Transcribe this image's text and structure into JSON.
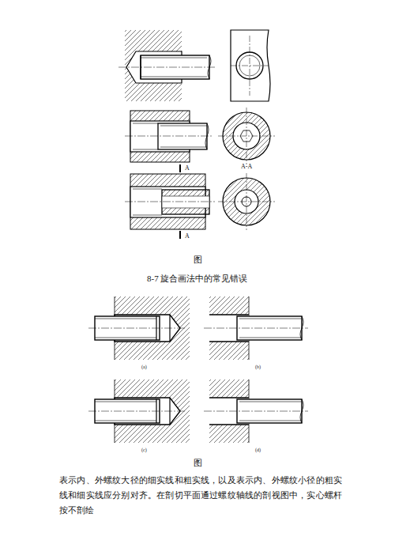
{
  "diagram": {
    "caption": "8-7 旋合画法中的常见错误",
    "labels": [
      "A",
      "A",
      "A-A",
      "图",
      "(a)",
      "(b)",
      "(c)",
      "(d)",
      "图",
      "表示内、外螺纹大径的细实线和粗实线，以及表示内、外螺纹小径的粗实线和细实线应分别对齐。在剖切平面通过螺纹轴线的剖视图中，实心螺杆按不剖绘"
    ]
  }
}
